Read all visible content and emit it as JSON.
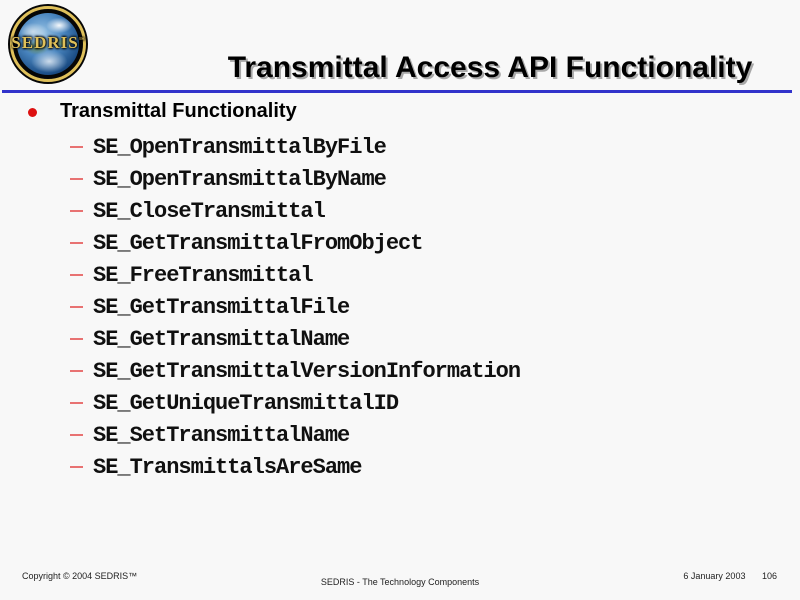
{
  "slide": {
    "logo": {
      "text": "SEDRIS",
      "trademark": "™"
    },
    "title": "Transmittal Access API Functionality",
    "section": {
      "bullet_label": "Transmittal Functionality"
    },
    "api_functions": [
      "SE_OpenTransmittalByFile",
      "SE_OpenTransmittalByName",
      "SE_CloseTransmittal",
      "SE_GetTransmittalFromObject",
      "SE_FreeTransmittal",
      "SE_GetTransmittalFile",
      "SE_GetTransmittalName",
      "SE_GetTransmittalVersionInformation",
      "SE_GetUniqueTransmittalID",
      "SE_SetTransmittalName",
      "SE_TransmittalsAreSame"
    ],
    "footer": {
      "copyright": "Copyright © 2004 SEDRIS™",
      "center_text": "SEDRIS - The Technology Components",
      "date": "6 January 2003",
      "page_number": "106"
    },
    "colors": {
      "accent_line": "#3233cb",
      "bullet_red": "#dd1111",
      "dash_red": "#e87272",
      "logo_gold": "#dfc05a"
    }
  }
}
